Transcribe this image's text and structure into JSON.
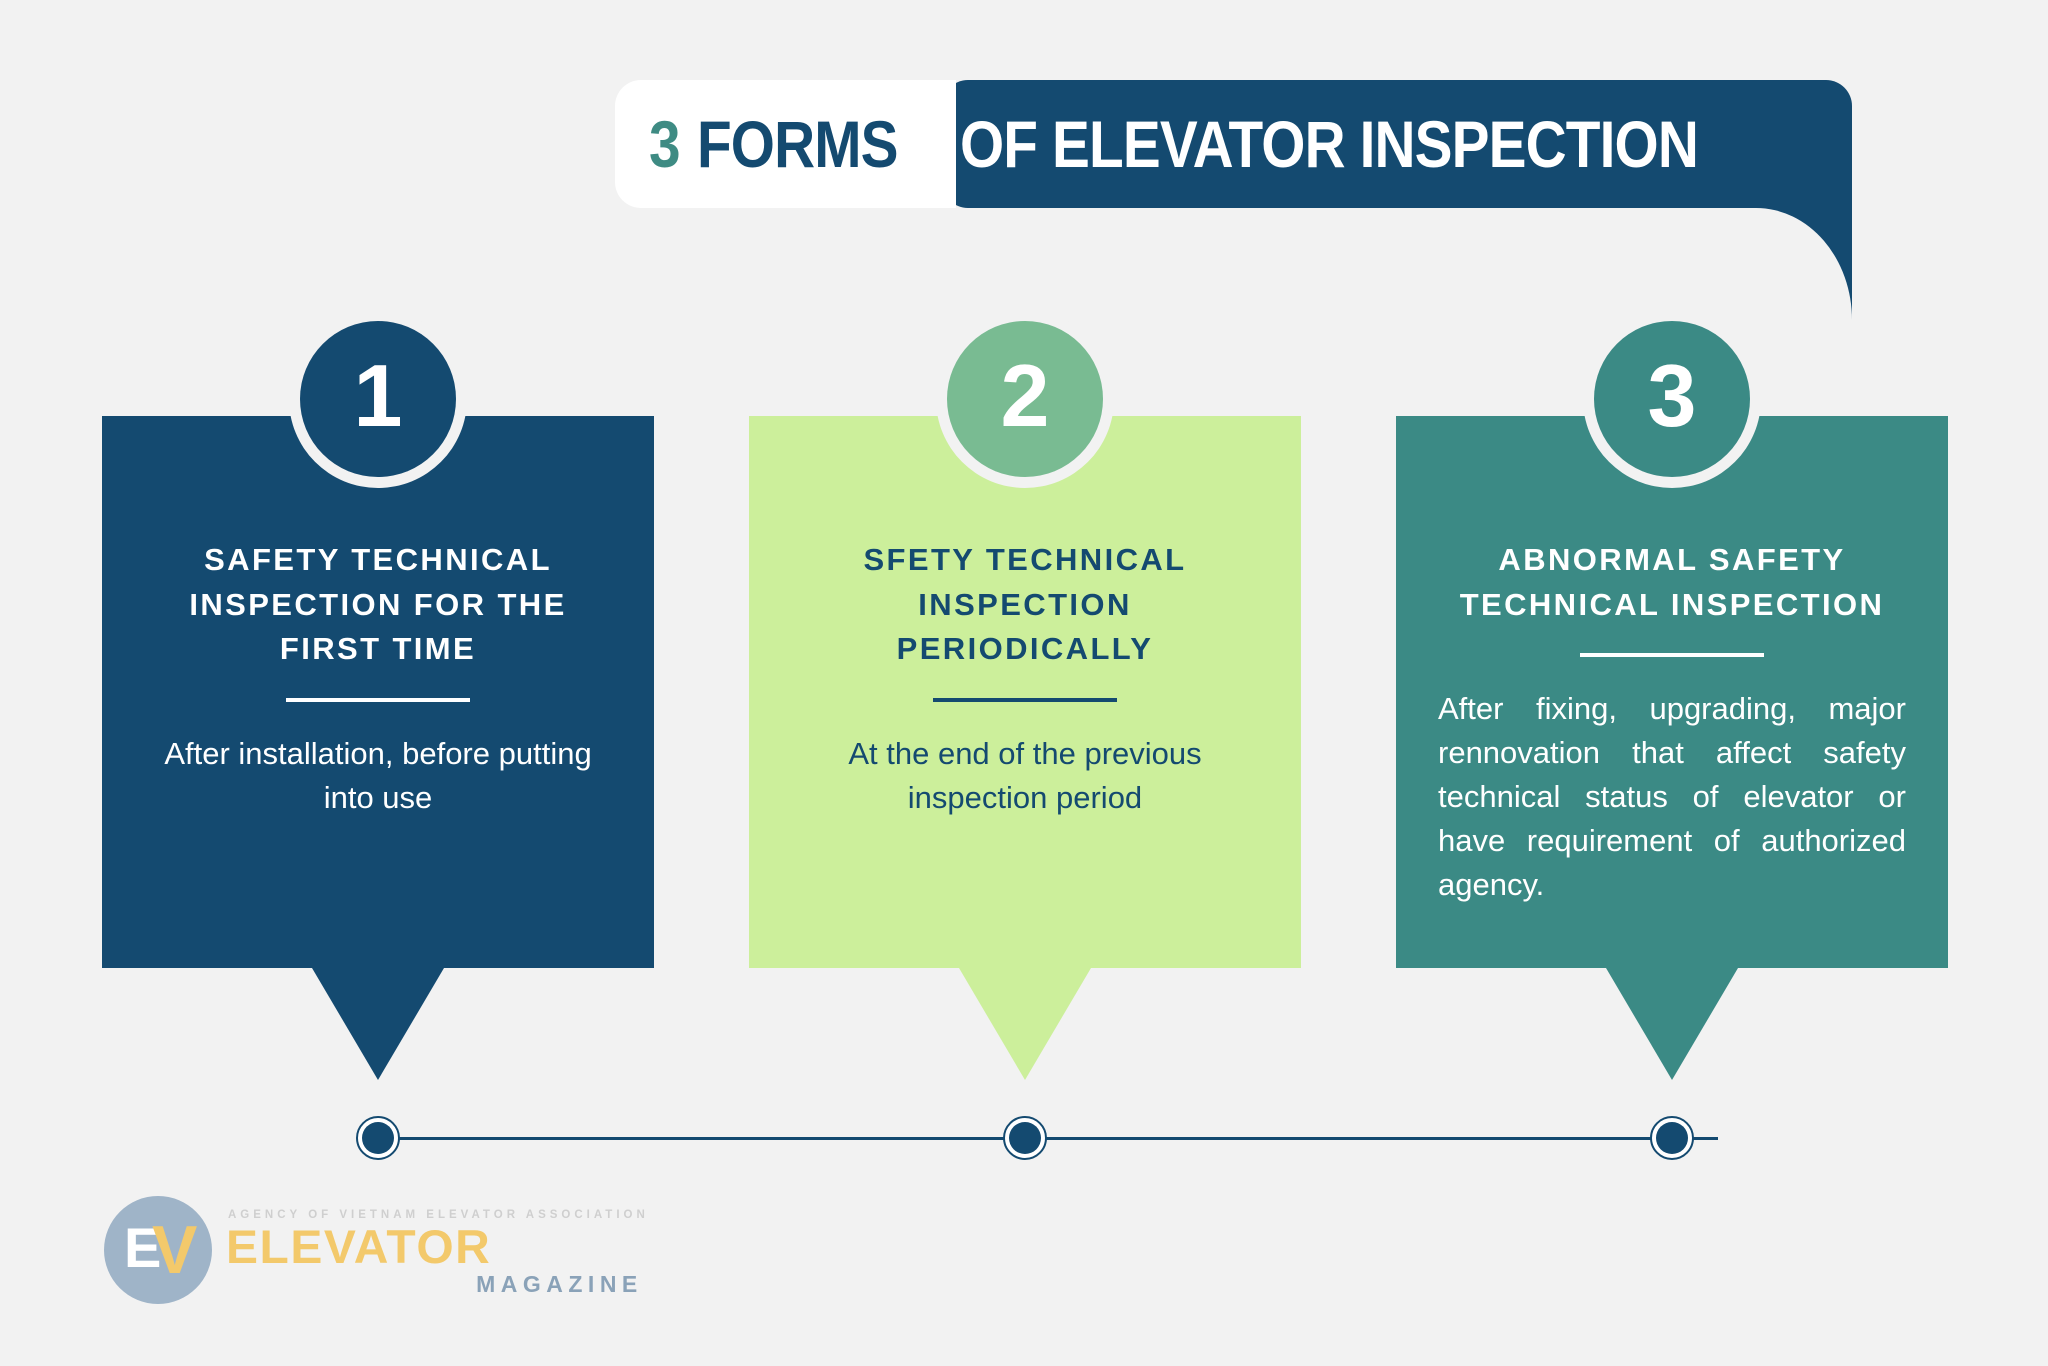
{
  "header": {
    "number": "3",
    "word": "FORMS",
    "rest": "OF ELEVATOR INSPECTION"
  },
  "colors": {
    "background": "#F2F2F2",
    "navy": "#144A70",
    "teal": "#3B8A85",
    "light_green": "#CCEF9B",
    "badge_green": "#79BB92",
    "logo_blue": "#9FB4C8",
    "logo_yellow": "#F3C96B",
    "white": "#FFFFFF"
  },
  "cards": [
    {
      "number": "1",
      "title": "SAFETY TECHNICAL INSPECTION FOR THE FIRST TIME",
      "text": "After installation, before putting into use"
    },
    {
      "number": "2",
      "title": "SFETY TECHNICAL INSPECTION PERIODICALLY",
      "text": "At the end of the previous inspection period"
    },
    {
      "number": "3",
      "title": "ABNORMAL SAFETY TECHNICAL INSPECTION",
      "text": "After fixing, upgrading, major rennovation that affect safety technical status of elevator or have requirement of authorized agency."
    }
  ],
  "logo": {
    "mark_e": "E",
    "mark_v": "V",
    "tagline": "AGENCY OF VIETNAM ELEVATOR ASSOCIATION",
    "word": "ELEVATOR",
    "sub": "MAGAZINE"
  }
}
